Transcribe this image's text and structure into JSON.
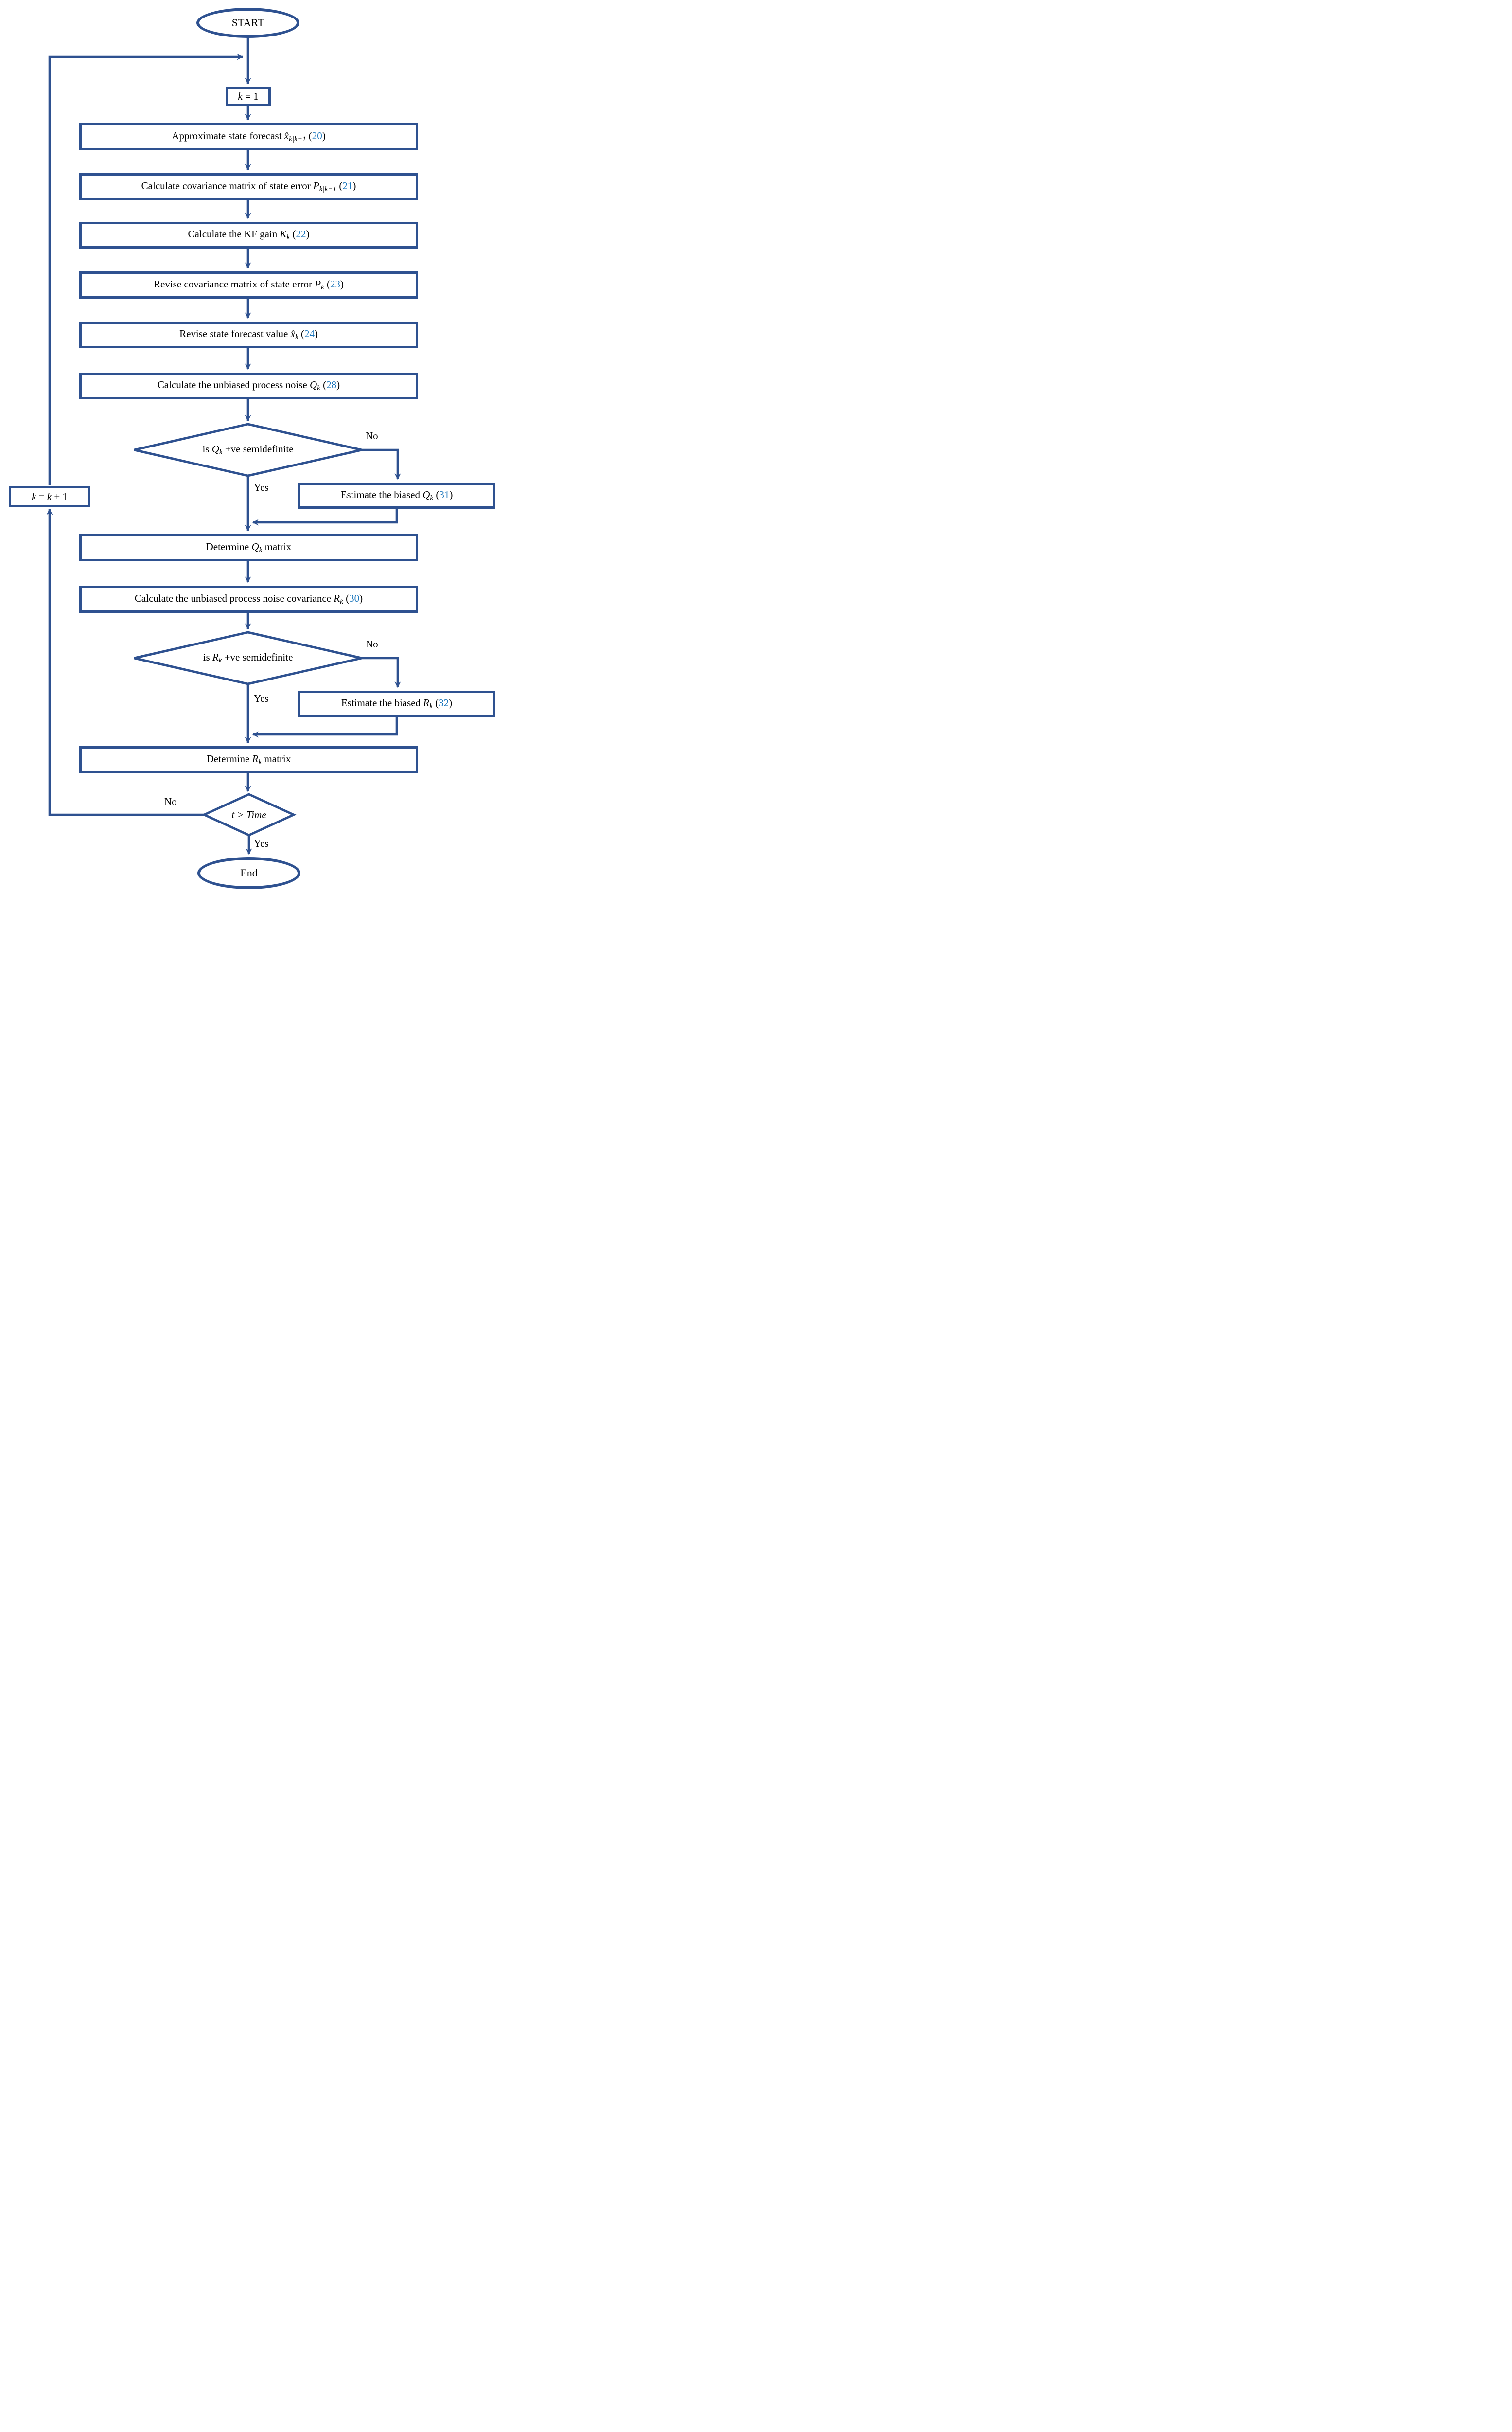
{
  "colors": {
    "line": "#2e5190",
    "equation_number": "#1b76bc",
    "text": "#000000",
    "background": "#ffffff"
  },
  "nodes": {
    "start": {
      "label": [
        {
          "t": "START"
        }
      ]
    },
    "init": {
      "label": [
        {
          "t": "k",
          "s": "var"
        },
        {
          "t": " = 1"
        }
      ]
    },
    "p20": {
      "label": [
        {
          "t": "Approximate state forecast "
        },
        {
          "t": "x̂",
          "s": "var"
        },
        {
          "t": "k|k−1",
          "s": "sub"
        },
        {
          "t": " ("
        },
        {
          "t": "20",
          "s": "eq"
        },
        {
          "t": ")"
        }
      ]
    },
    "p21": {
      "label": [
        {
          "t": "Calculate covariance matrix of state error "
        },
        {
          "t": "P",
          "s": "var"
        },
        {
          "t": "k|k−1",
          "s": "sub"
        },
        {
          "t": " ("
        },
        {
          "t": "21",
          "s": "eq"
        },
        {
          "t": ")"
        }
      ]
    },
    "p22": {
      "label": [
        {
          "t": "Calculate the KF gain "
        },
        {
          "t": "K",
          "s": "var"
        },
        {
          "t": "k",
          "s": "sub"
        },
        {
          "t": " ("
        },
        {
          "t": "22",
          "s": "eq"
        },
        {
          "t": ")"
        }
      ]
    },
    "p23": {
      "label": [
        {
          "t": "Revise covariance matrix of state error "
        },
        {
          "t": "P",
          "s": "var"
        },
        {
          "t": "k",
          "s": "sub"
        },
        {
          "t": " ("
        },
        {
          "t": "23",
          "s": "eq"
        },
        {
          "t": ")"
        }
      ]
    },
    "p24": {
      "label": [
        {
          "t": "Revise state forecast value "
        },
        {
          "t": "x̂",
          "s": "var"
        },
        {
          "t": "k",
          "s": "sub"
        },
        {
          "t": " ("
        },
        {
          "t": "24",
          "s": "eq"
        },
        {
          "t": ")"
        }
      ]
    },
    "p28": {
      "label": [
        {
          "t": "Calculate the unbiased process noise "
        },
        {
          "t": "Q",
          "s": "var"
        },
        {
          "t": "k",
          "s": "sub"
        },
        {
          "t": " ("
        },
        {
          "t": "28",
          "s": "eq"
        },
        {
          "t": ")"
        }
      ]
    },
    "dq": {
      "label": [
        {
          "t": "is "
        },
        {
          "t": "Q",
          "s": "var"
        },
        {
          "t": "k",
          "s": "sub"
        },
        {
          "t": " +ve semidefinite"
        }
      ],
      "yes": "Yes",
      "no": "No"
    },
    "e31": {
      "label": [
        {
          "t": "Estimate the biased "
        },
        {
          "t": "Q",
          "s": "var"
        },
        {
          "t": "k",
          "s": "sub"
        },
        {
          "t": " ("
        },
        {
          "t": "31",
          "s": "eq"
        },
        {
          "t": ")"
        }
      ]
    },
    "detq": {
      "label": [
        {
          "t": "Determine "
        },
        {
          "t": "Q",
          "s": "var"
        },
        {
          "t": "k",
          "s": "sub"
        },
        {
          "t": " matrix"
        }
      ]
    },
    "p30": {
      "label": [
        {
          "t": "Calculate the unbiased process noise covariance "
        },
        {
          "t": "R",
          "s": "var"
        },
        {
          "t": "k",
          "s": "sub"
        },
        {
          "t": " ("
        },
        {
          "t": "30",
          "s": "eq"
        },
        {
          "t": ")"
        }
      ]
    },
    "dr": {
      "label": [
        {
          "t": "is "
        },
        {
          "t": "R",
          "s": "var"
        },
        {
          "t": "k",
          "s": "sub"
        },
        {
          "t": " +ve semidefinite"
        }
      ],
      "yes": "Yes",
      "no": "No"
    },
    "e32": {
      "label": [
        {
          "t": "Estimate the biased "
        },
        {
          "t": "R",
          "s": "var"
        },
        {
          "t": "k",
          "s": "sub"
        },
        {
          "t": " ("
        },
        {
          "t": "32",
          "s": "eq"
        },
        {
          "t": ")"
        }
      ]
    },
    "detr": {
      "label": [
        {
          "t": "Determine "
        },
        {
          "t": "R",
          "s": "var"
        },
        {
          "t": "k",
          "s": "sub"
        },
        {
          "t": " matrix"
        }
      ]
    },
    "loop": {
      "label": [
        {
          "t": "k",
          "s": "var"
        },
        {
          "t": " = "
        },
        {
          "t": "k",
          "s": "var"
        },
        {
          "t": " + 1"
        }
      ]
    },
    "dt": {
      "label": [
        {
          "t": "t > Time",
          "s": "var"
        }
      ],
      "yes": "Yes",
      "no": "No"
    },
    "end": {
      "label": [
        {
          "t": "End"
        }
      ]
    }
  }
}
